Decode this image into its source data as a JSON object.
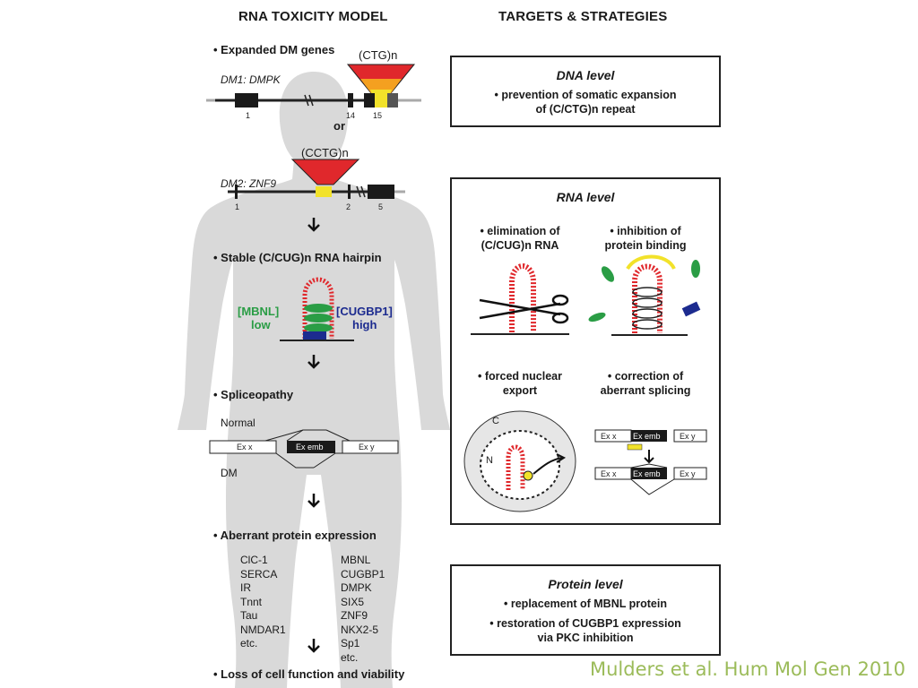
{
  "left": {
    "header": "RNA TOXICITY MODEL",
    "expanded_genes": "• Expanded DM genes",
    "ctg_label": "(CTG)n",
    "dm1_label": "DM1: DMPK",
    "dm1_exons": [
      "1",
      "14",
      "15"
    ],
    "or_label": "or",
    "cctg_label": "(CCTG)n",
    "dm2_label": "DM2: ZNF9",
    "dm2_exons": [
      "1",
      "2",
      "5"
    ],
    "stable_hairpin": "• Stable (C/CUG)n RNA hairpin",
    "mbnl_label": "[MBNL]",
    "mbnl_level": "low",
    "cugbp1_label": "[CUGBP1]",
    "cugbp1_level": "high",
    "spliceopathy": "• Spliceopathy",
    "normal_label": "Normal",
    "dm_label": "DM",
    "exons": {
      "x": "Ex x",
      "emb": "Ex emb",
      "y": "Ex y"
    },
    "aberrant_protein": "• Aberrant protein expression",
    "proteins_left": [
      "ClC-1",
      "SERCA",
      "IR",
      "Tnnt",
      "Tau",
      "NMDAR1",
      "etc."
    ],
    "proteins_right": [
      "MBNL",
      "CUGBP1",
      "DMPK",
      "SIX5",
      "ZNF9",
      "NKX2-5",
      "Sp1",
      "etc."
    ],
    "loss_function": "• Loss of cell function and viability"
  },
  "right": {
    "header": "TARGETS & STRATEGIES",
    "dna_box": {
      "title": "DNA level",
      "lines": [
        "• prevention of somatic expansion",
        "of (C/CTG)n repeat"
      ]
    },
    "rna_box": {
      "title": "RNA level",
      "elimination": [
        "• elimination of",
        "(C/CUG)n RNA"
      ],
      "inhibition": [
        "• inhibition of",
        "protein binding"
      ],
      "export": [
        "• forced nuclear",
        "export"
      ],
      "correction": [
        "• correction of",
        "aberrant splicing"
      ],
      "cell_c": "C",
      "cell_n": "N",
      "exons": {
        "x": "Ex x",
        "emb": "Ex emb",
        "y": "Ex y"
      }
    },
    "protein_box": {
      "title": "Protein level",
      "line1": "• replacement of MBNL protein",
      "line2": [
        "• restoration of CUGBP1 expression",
        "via PKC inhibition"
      ]
    }
  },
  "citation": "Mulders et al. Hum Mol Gen 2010",
  "colors": {
    "repeat_red": "#e0282c",
    "repeat_yellow": "#f2e22a",
    "mbnl_green": "#2a9d45",
    "cugbp1_blue": "#1c2b8f",
    "body_gray": "#d6d6d6",
    "citation_green": "#9bbb59"
  }
}
